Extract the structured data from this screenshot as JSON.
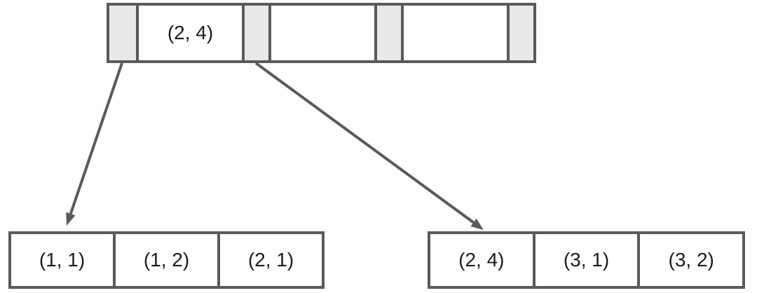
{
  "diagram": {
    "type": "btree",
    "nodes": {
      "root": {
        "cells": [
          {
            "kind": "pointer",
            "label": ""
          },
          {
            "kind": "key",
            "label": "(2, 4)"
          },
          {
            "kind": "pointer",
            "label": ""
          },
          {
            "kind": "key",
            "label": ""
          },
          {
            "kind": "pointer",
            "label": ""
          },
          {
            "kind": "key",
            "label": ""
          },
          {
            "kind": "pointer",
            "label": ""
          }
        ]
      },
      "left_leaf": {
        "cells": [
          {
            "kind": "key",
            "label": "(1, 1)"
          },
          {
            "kind": "key",
            "label": "(1, 2)"
          },
          {
            "kind": "key",
            "label": "(2, 1)"
          }
        ]
      },
      "right_leaf": {
        "cells": [
          {
            "kind": "key",
            "label": "(2, 4)"
          },
          {
            "kind": "key",
            "label": "(3, 1)"
          },
          {
            "kind": "key",
            "label": "(3, 2)"
          }
        ]
      }
    },
    "edges": [
      {
        "from": "root-pointer-1",
        "to": "left-leaf-node"
      },
      {
        "from": "root-pointer-2",
        "to": "right-leaf-node"
      }
    ],
    "colors": {
      "stroke": "#585a5b",
      "arrow": "#585a5b",
      "pointer_fill": "#e8eaea",
      "key_fill": "#ffffff",
      "text": "#1c1c1c",
      "background": "#ffffff"
    }
  }
}
